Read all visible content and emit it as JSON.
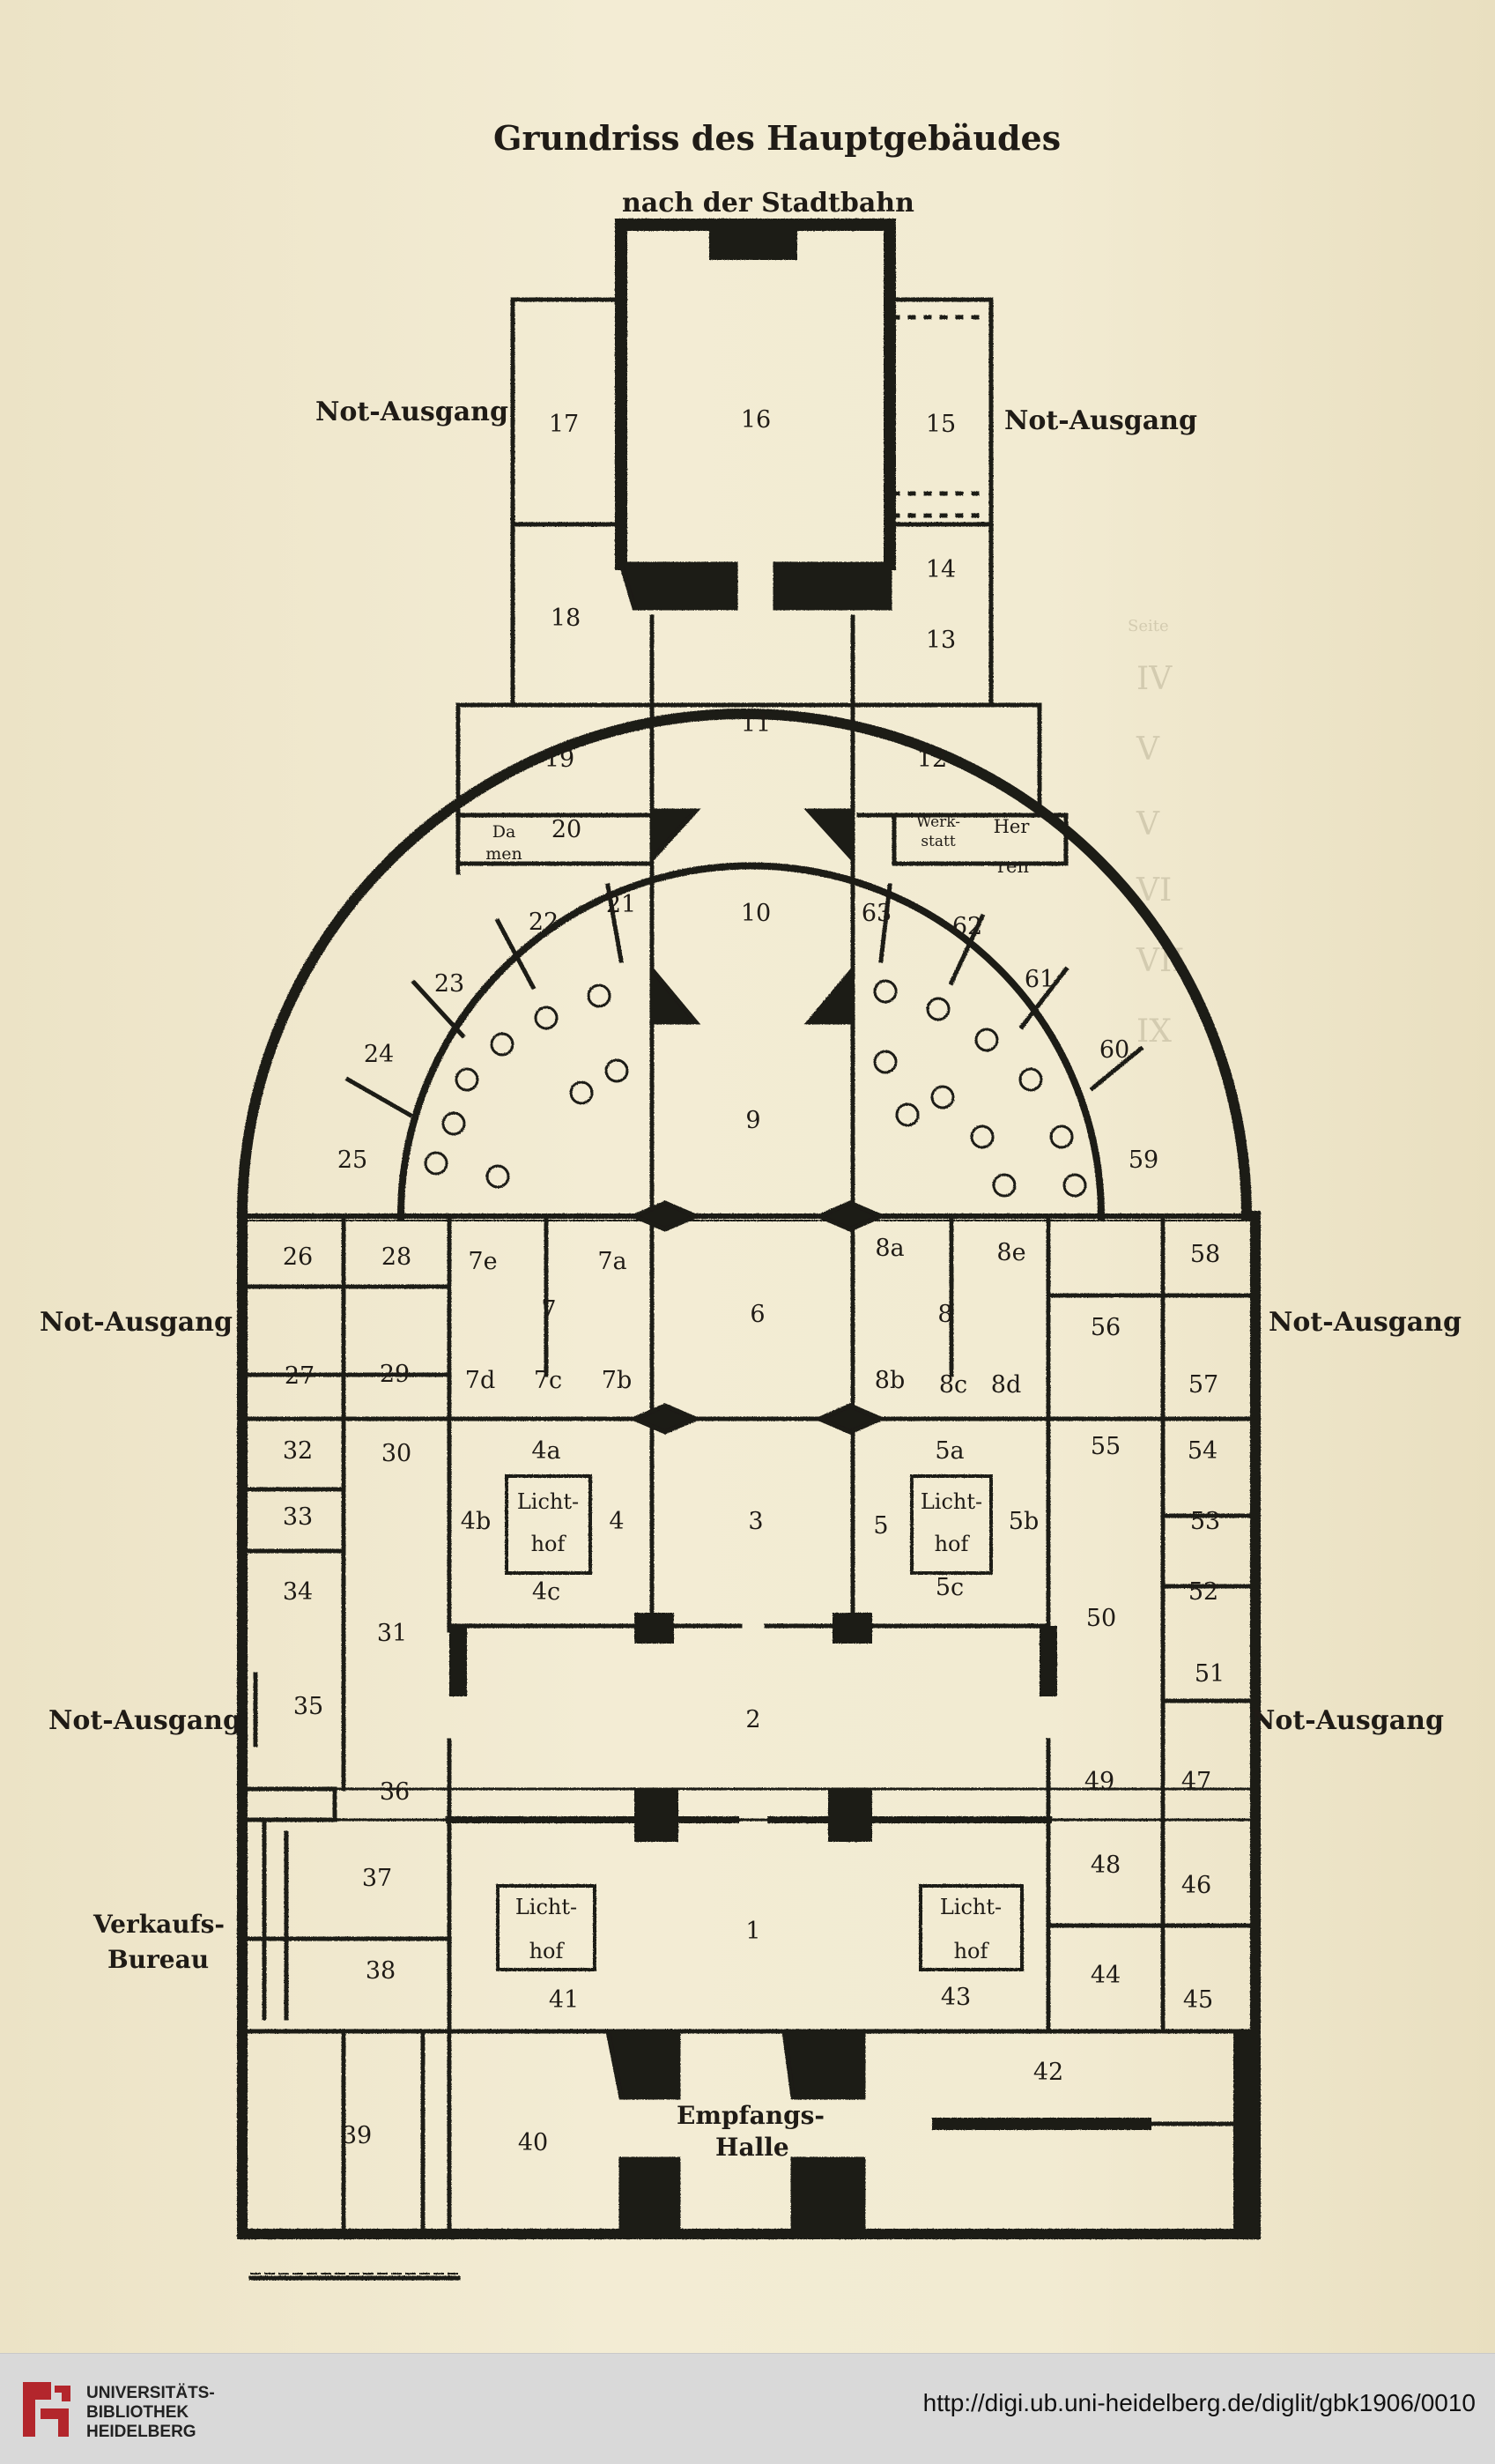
{
  "title": "Grundriss des Hauptgebäudes",
  "subtitle": "nach der Stadtbahn",
  "exits": [
    "Not-Ausgang",
    "Not-Ausgang",
    "Not-Ausgang",
    "Not-Ausgang",
    "Not-Ausgang",
    "Not-Ausgang"
  ],
  "verkaufs": [
    "Verkaufs-",
    "Bureau"
  ],
  "empfang": [
    "Empfangs-",
    "Halle"
  ],
  "lichthof": [
    "Licht-",
    "hof"
  ],
  "damen": [
    "Da",
    "men"
  ],
  "herren": [
    "Her",
    "ren"
  ],
  "werkstatt": [
    "Werk-",
    "statt"
  ],
  "rooms": [
    "1",
    "2",
    "3",
    "4",
    "4a",
    "4b",
    "4c",
    "5",
    "5a",
    "5b",
    "5c",
    "6",
    "7",
    "7a",
    "7b",
    "7c",
    "7d",
    "7e",
    "8",
    "8a",
    "8b",
    "8c",
    "8d",
    "8e",
    "9",
    "10",
    "11",
    "12",
    "13",
    "14",
    "15",
    "16",
    "17",
    "18",
    "19",
    "20",
    "21",
    "22",
    "23",
    "24",
    "25",
    "26",
    "27",
    "28",
    "29",
    "30",
    "31",
    "32",
    "33",
    "34",
    "35",
    "36",
    "37",
    "38",
    "39",
    "40",
    "41",
    "42",
    "43",
    "44",
    "45",
    "46",
    "47",
    "48",
    "49",
    "50",
    "51",
    "52",
    "53",
    "54",
    "55",
    "56",
    "57",
    "58",
    "59",
    "60",
    "61",
    "62",
    "63"
  ],
  "ghost_toc": [
    "Seite",
    "IV",
    "V",
    "V",
    "VI",
    "VII",
    "IX"
  ],
  "footer": {
    "institution": [
      "UNIVERSITÄTS-",
      "BIBLIOTHEK",
      "HEIDELBERG"
    ],
    "url": "http://digi.ub.uni-heidelberg.de/diglit/gbk1906/0010"
  }
}
